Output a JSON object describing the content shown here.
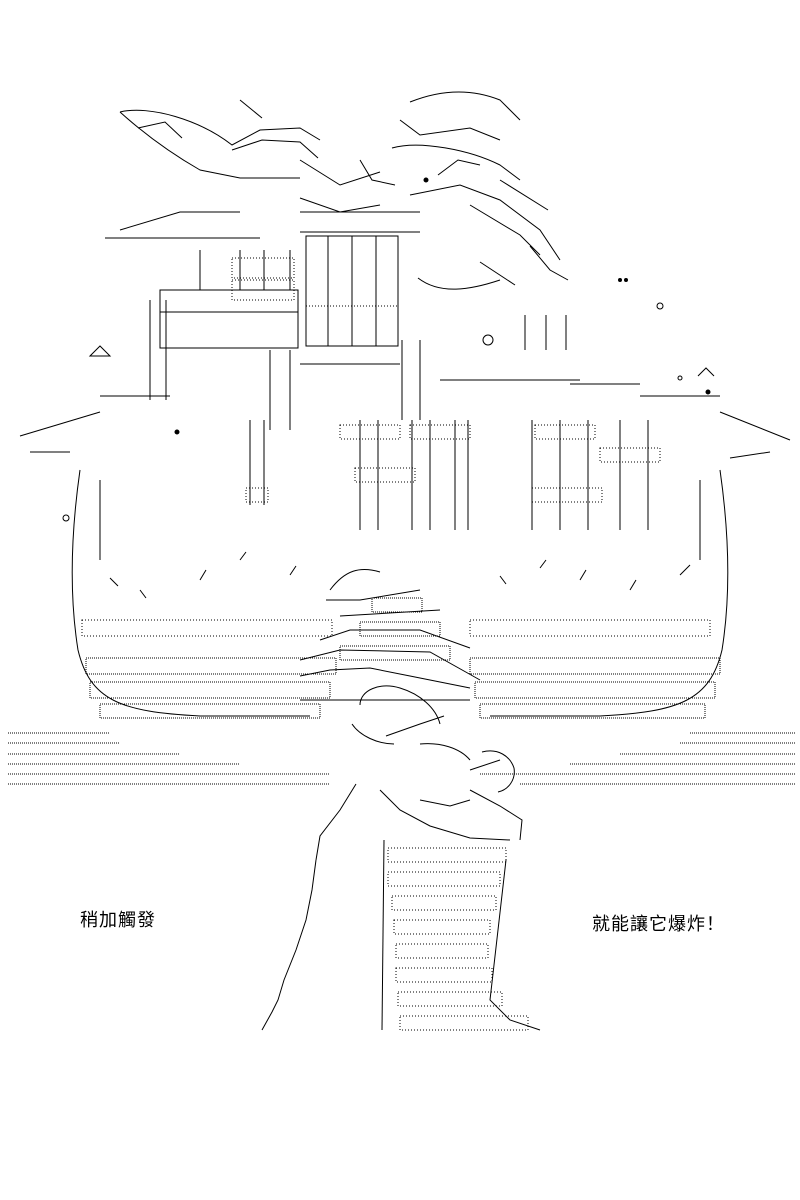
{
  "artwork": {
    "icon": "ascii-art-figure-with-giant-bow-and-wheel",
    "ink_color": "#000000",
    "background_color": "#ffffff"
  },
  "captions": {
    "left": "稍加觸發",
    "right": "就能讓它爆炸！"
  }
}
